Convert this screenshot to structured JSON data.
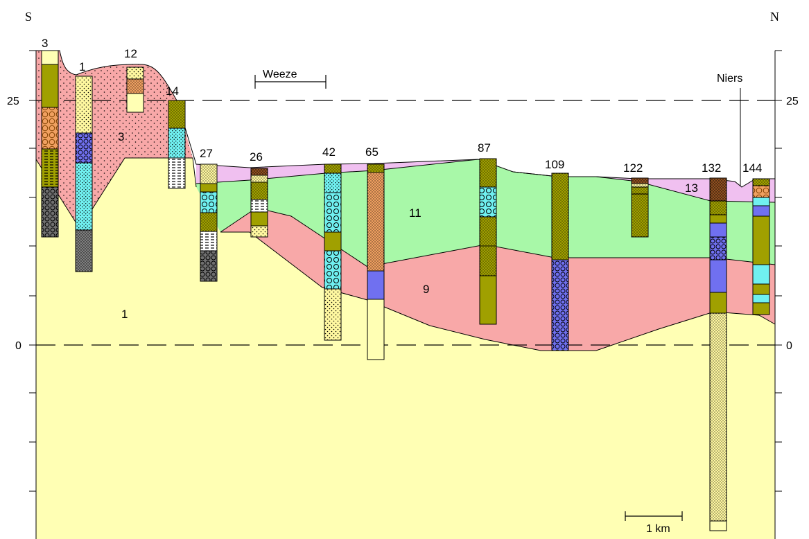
{
  "orientation": {
    "left": "S",
    "right": "N"
  },
  "elevation_axis": {
    "left_labels": [
      "25",
      "0"
    ],
    "right_labels": [
      "25",
      "0"
    ],
    "reference_lines": [
      "25",
      "0"
    ]
  },
  "boreholes": [
    "3",
    "1",
    "12",
    "14",
    "27",
    "26",
    "42",
    "65",
    "87",
    "109",
    "122",
    "132",
    "144"
  ],
  "unit_labels": {
    "unit_1": "1",
    "unit_3": "3",
    "unit_9": "9",
    "unit_11": "11",
    "unit_13": "13"
  },
  "places": {
    "weeze": "Weeze",
    "niers": "Niers"
  },
  "scale_bar": {
    "label": "1 km"
  },
  "colors": {
    "unit_1_fill": "#ffffb4",
    "unit_3_9_fill": "#f8a8a8",
    "unit_11_fill": "#a8f8a8",
    "unit_13_fill": "#f0c0f0",
    "olive": "#a0a000",
    "sand": "#fff8a0",
    "cyan": "#70f0f0",
    "blue": "#7070f0",
    "orange": "#f0a060",
    "dark_grey": "#707070",
    "brown": "#905020",
    "outline": "#000000"
  }
}
